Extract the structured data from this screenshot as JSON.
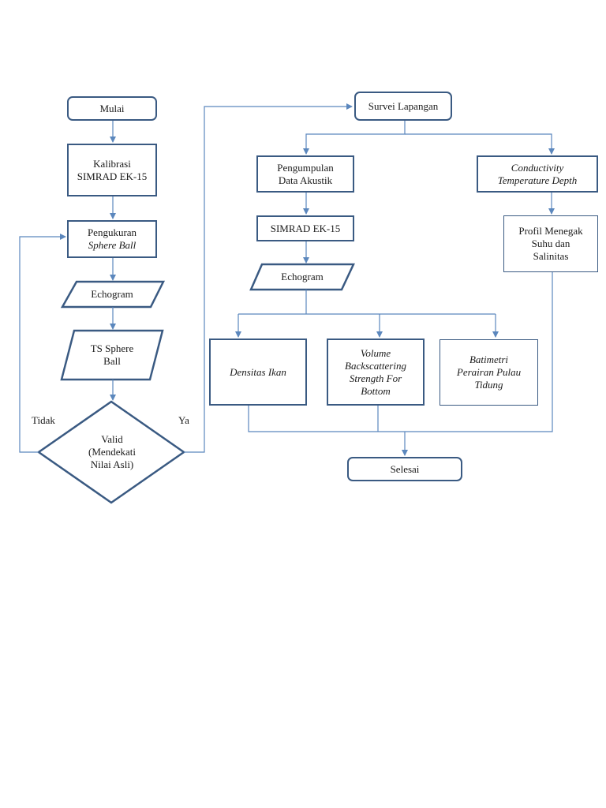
{
  "nodes": {
    "mulai": "Mulai",
    "kalibrasi": [
      "Kalibrasi",
      "SIMRAD EK-15"
    ],
    "pengukuran": [
      "Pengukuran",
      "Sphere Ball"
    ],
    "echogram_left": "Echogram",
    "ts_sphere": [
      "TS Sphere",
      "Ball"
    ],
    "valid": [
      "Valid",
      "(Mendekati",
      "Nilai Asli)"
    ],
    "survei": "Survei Lapangan",
    "pengumpulan": [
      "Pengumpulan",
      "Data Akustik"
    ],
    "ctd": [
      "Conductivity",
      "Temperature Depth"
    ],
    "simrad": "SIMRAD EK-15",
    "profil": [
      "Profil Menegak",
      "Suhu dan",
      "Salinitas"
    ],
    "echogram_right": "Echogram",
    "densitas": "Densitas Ikan",
    "volume": [
      "Volume",
      "Backscattering",
      "Strength For",
      "Bottom"
    ],
    "batimetri": [
      "Batimetri",
      "Perairan Pulau",
      "Tidung"
    ],
    "selesai": "Selesai"
  },
  "labels": {
    "tidak": "Tidak",
    "ya": "Ya"
  },
  "colors": {
    "stroke": "#3a5a82",
    "arrow": "#5b87bd"
  }
}
